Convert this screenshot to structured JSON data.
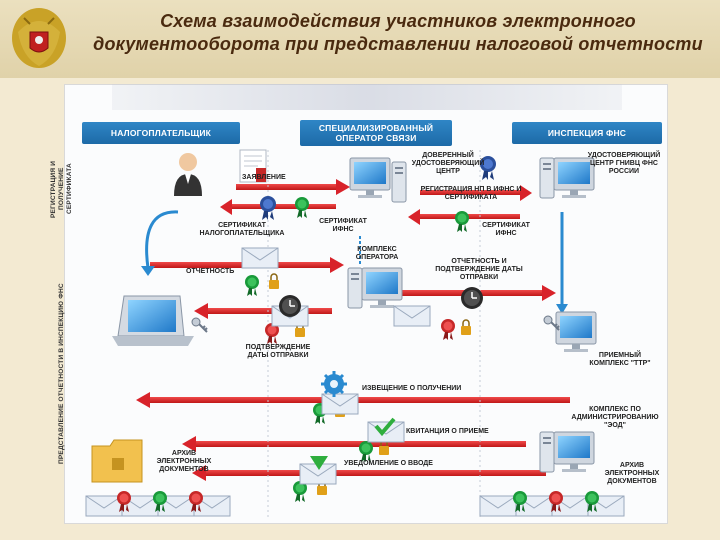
{
  "title": {
    "line1": "Схема взаимодействия участников электронного",
    "line2": "документооборота при представлении налоговой отчетности"
  },
  "columns": {
    "taxpayer": "НАЛОГОПЛАТЕЛЬЩИК",
    "operator_line1": "СПЕЦИАЛИЗИРОВАННЫЙ",
    "operator_line2": "ОПЕРАТОР СВЯЗИ",
    "inspection": "ИНСПЕКЦИЯ ФНС"
  },
  "side_labels": {
    "registration": "РЕГИСТРАЦИЯ И ПОЛУЧЕНИЕ СЕРТИФИКАТА",
    "submission": "ПРЕДСТАВЛЕНИЕ ОТЧЕТНОСТИ В ИНСПЕКЦИЮ ФНС"
  },
  "labels": {
    "application": "ЗАЯВЛЕНИЕ",
    "trusted_ca_1": "ДОВЕРЕННЫЙ",
    "trusted_ca_2": "УДОСТОВЕРЯЮЩИЙ",
    "trusted_ca_3": "ЦЕНТР",
    "fns_ca_1": "УДОСТОВЕРЯЮЩИЙ",
    "fns_ca_2": "ЦЕНТР ГНИВЦ ФНС",
    "fns_ca_3": "РОССИИ",
    "ifns_registration_1": "РЕГИСТРАЦИЯ НП в ИФНС и",
    "ifns_registration_2": "СЕРТИФИКАТА",
    "taxpayer_cert_1": "СЕРТИФИКАТ",
    "taxpayer_cert_2": "НАЛОГОПЛАТЕЛЬЩИКА",
    "ifns_cert_1": "СЕРТИФИКАТ",
    "ifns_cert_2": "ИФНС",
    "ifns_cert_b_1": "СЕРТИФИКАТ",
    "ifns_cert_b_2": "ИФНС",
    "operator_complex_1": "КОМПЛЕКС",
    "operator_complex_2": "ОПЕРАТОРА",
    "reporting": "ОТЧЕТНОСТЬ",
    "report_confirm_1": "ОТЧЕТНОСТЬ и",
    "report_confirm_2": "ПОДТВЕРЖДЕНИЕ ДАТЫ",
    "report_confirm_3": "ОТПРАВКИ",
    "send_confirm_1": "ПОДТВЕРЖДЕНИЕ",
    "send_confirm_2": "ДАТЫ ОТПРАВКИ",
    "receiving_complex_1": "ПРИЕМНЫЙ",
    "receiving_complex_2": "КОМПЛЕКС \"ТТР\"",
    "receipt_notice": "ИЗВЕЩЕНИЕ О ПОЛУЧЕНИИ",
    "acceptance_receipt": "КВИТАНЦИЯ О ПРИЕМЕ",
    "admin_complex_1": "КОМПЛЕКС ПО",
    "admin_complex_2": "АДМИНИСТРИРОВАНИЮ",
    "admin_complex_3": "\"ЭОД\"",
    "input_notice": "УВЕДОМЛЕНИЕ О ВВОДЕ",
    "archive_left_1": "АРХИВ",
    "archive_left_2": "ЭЛЕКТРОННЫХ",
    "archive_left_3": "ДОКУМЕНТОВ",
    "archive_right_1": "АРХИВ",
    "archive_right_2": "ЭЛЕКТРОННЫХ",
    "archive_right_3": "ДОКУМЕНТОВ"
  },
  "colors": {
    "header_blue": "#1d6aa7",
    "arrow_red": "#d8232a",
    "arrow_blue": "#2a8ad0",
    "title_brown": "#4a2a0f"
  },
  "icons": [
    "emblem-icon",
    "person-icon",
    "document-icon",
    "computer-icon",
    "server-icon",
    "laptop-icon",
    "seal-icon",
    "lock-icon",
    "key-icon",
    "envelope-icon",
    "clock-icon",
    "gear-icon",
    "checkmark-icon",
    "folder-icon"
  ]
}
